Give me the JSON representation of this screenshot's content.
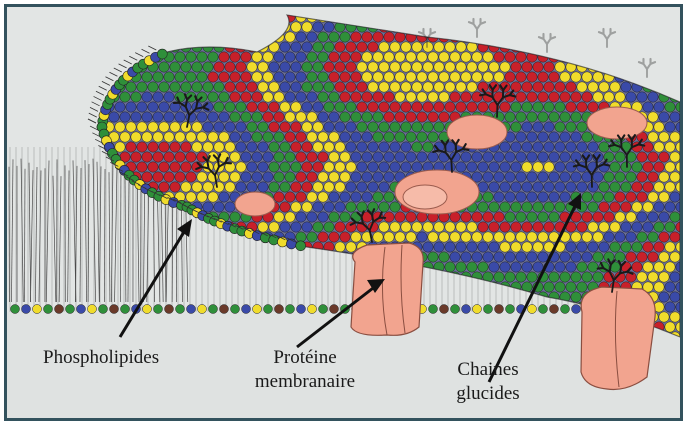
{
  "figure": {
    "labels": {
      "phospholipids": "Phospholipides",
      "protein_line1": "Protéine",
      "protein_line2": "membranaire",
      "carbs_line1": "Chaines",
      "carbs_line2": "glucides"
    },
    "colors": {
      "frame": "#33525d",
      "background": "#e2e5e4",
      "head_red": "#c8202a",
      "head_yellow": "#f0dc2c",
      "head_blue": "#3a4aa8",
      "head_green": "#2f8f3a",
      "protein": "#f2a48f",
      "tails": "#3a3a3a",
      "arrow": "#111111"
    },
    "icons": [
      "phospholipid-head-icon",
      "membrane-protein-icon",
      "carbohydrate-chain-icon",
      "arrow-icon"
    ]
  }
}
